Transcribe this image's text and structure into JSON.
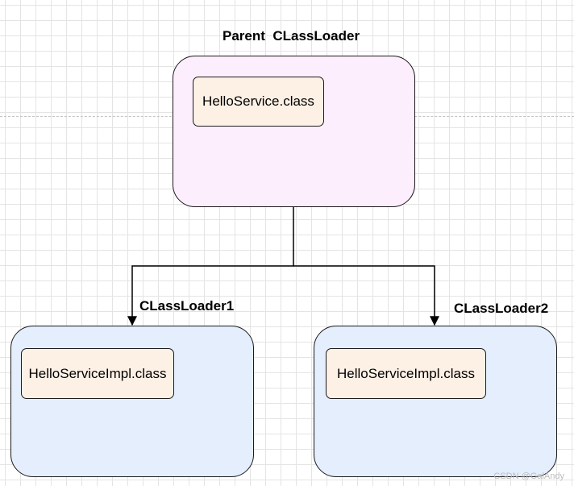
{
  "diagram": {
    "parent": {
      "title": "Parent  CLassLoader",
      "class_file": "HelloService.class"
    },
    "children": [
      {
        "title": "CLassLoader1",
        "class_file": "HelloServiceImpl.class"
      },
      {
        "title": "CLassLoader2",
        "class_file": "HelloServiceImpl.class"
      }
    ],
    "edges": [
      {
        "from": "Parent  CLassLoader",
        "to": "CLassLoader1",
        "arrow": "filled"
      },
      {
        "from": "Parent  CLassLoader",
        "to": "CLassLoader2",
        "arrow": "filled"
      }
    ]
  },
  "watermark": "CSDN @GalAndy",
  "colors": {
    "parent_fill": "#fdeefd",
    "child_fill": "#e4eefc",
    "class_fill": "#fdf1e6",
    "stroke": "#1a1a1a"
  }
}
